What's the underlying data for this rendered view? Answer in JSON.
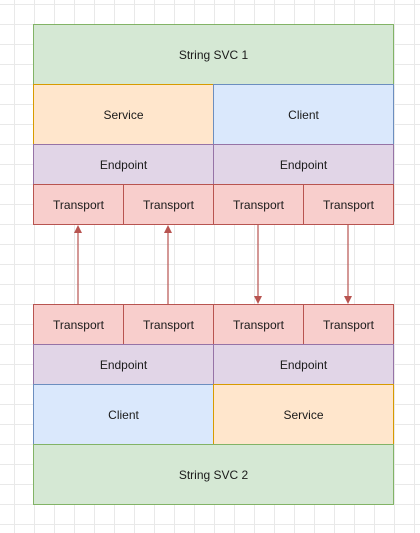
{
  "top": {
    "title": "String SVC 1",
    "service_label": "Service",
    "client_label": "Client",
    "endpoint_left": "Endpoint",
    "endpoint_right": "Endpoint",
    "transport": [
      "Transport",
      "Transport",
      "Transport",
      "Transport"
    ]
  },
  "bottom": {
    "title": "String SVC 2",
    "client_label": "Client",
    "service_label": "Service",
    "endpoint_left": "Endpoint",
    "endpoint_right": "Endpoint",
    "transport": [
      "Transport",
      "Transport",
      "Transport",
      "Transport"
    ]
  },
  "colors": {
    "green_fill": "#d5e8d4",
    "orange_fill": "#ffe6cc",
    "blue_fill": "#dae8fc",
    "purple_fill": "#e1d5e7",
    "red_fill": "#f8cecc",
    "arrow": "#b85450"
  }
}
